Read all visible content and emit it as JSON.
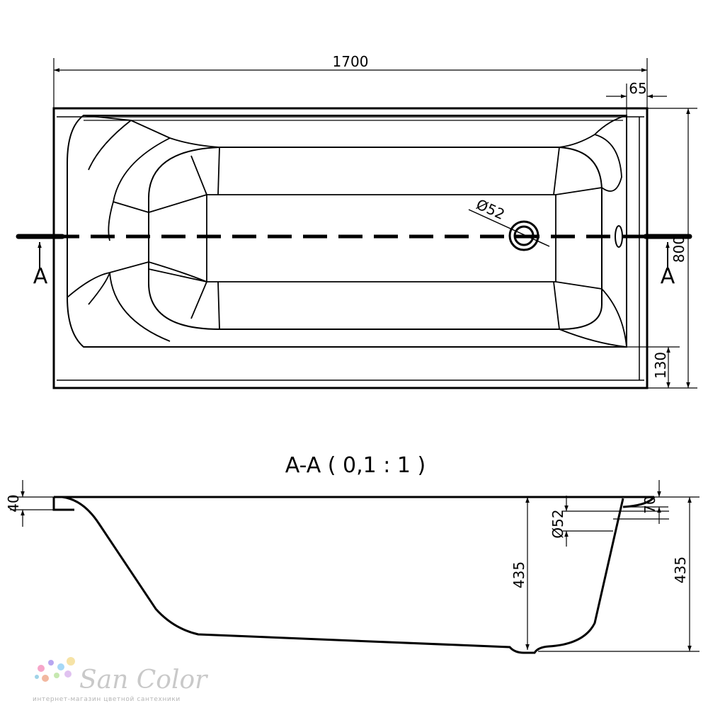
{
  "top_view": {
    "dimensions": {
      "length": "1700",
      "rim_offset": "65",
      "width": "800",
      "rim_side": "130",
      "drain_diameter": "Ø52"
    },
    "section_marks": {
      "left": "A",
      "right": "A"
    }
  },
  "section_view": {
    "title": "A-A ( 0,1 : 1 )",
    "dimensions": {
      "rim_left": "40",
      "overflow_offset": "70",
      "overflow_diameter": "Ø52",
      "inner_depth": "435",
      "outer_height": "435"
    }
  },
  "logo": {
    "name": "San Color",
    "tagline": "интернет-магазин цветной сантехники",
    "dot_colors": [
      "#f6a6c9",
      "#b7a6f0",
      "#a6d8f6",
      "#f6e3a6",
      "#f2b8a0",
      "#c6e8b0",
      "#e0c2f0",
      "#9fd3e8"
    ]
  }
}
